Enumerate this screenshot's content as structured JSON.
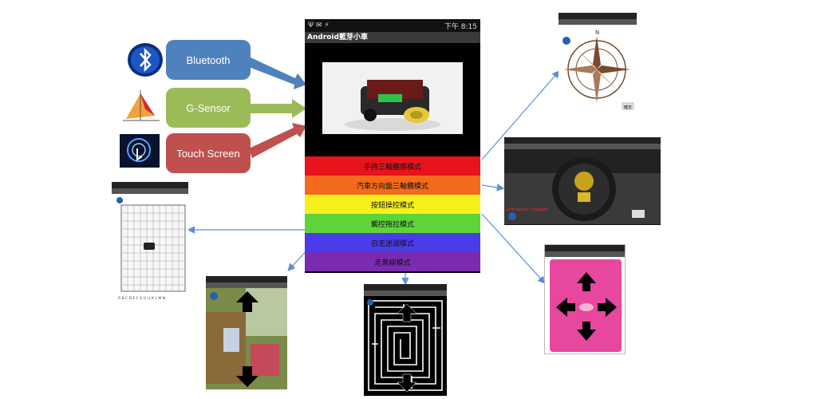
{
  "inputs": [
    {
      "label": "Bluetooth",
      "color": "#4f81bd",
      "icon": "bluetooth-icon"
    },
    {
      "label": "G-Sensor",
      "color": "#9bbb59",
      "icon": "g-sensor-icon"
    },
    {
      "label": "Touch Screen",
      "color": "#c0504d",
      "icon": "touch-screen-icon"
    }
  ],
  "phone": {
    "status_time": "8:15",
    "status_prefix": "下午",
    "app_title": "Android藍芽小車"
  },
  "modes": [
    {
      "label": "手持三軸體感模式",
      "color": "#e8131b"
    },
    {
      "label": "汽車方向盤三軸體模式",
      "color": "#f36a1c"
    },
    {
      "label": "按鈕操控模式",
      "color": "#f7f01d"
    },
    {
      "label": "觸控拖拉模式",
      "color": "#5fd43a"
    },
    {
      "label": "自走迷迴模式",
      "color": "#4a3ce8"
    },
    {
      "label": "走黑線模式",
      "color": "#7b2bb0"
    }
  ],
  "thumbs": {
    "compass_button": "確定",
    "wheel_caption": "Orientation Changed"
  }
}
